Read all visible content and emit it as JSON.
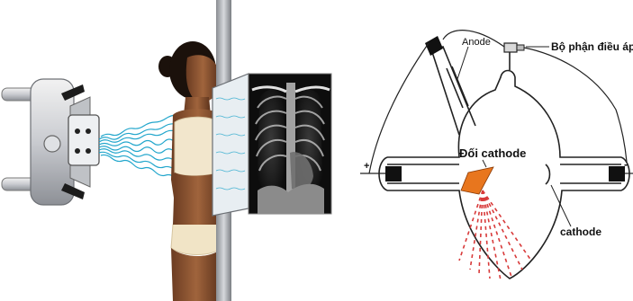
{
  "left_panel": {
    "machine_icon": "xray-machine-icon",
    "patient_icon": "patient-silhouette-icon",
    "xray_film_icon": "chest-xray-film-icon",
    "beam_color": "#22a6cc"
  },
  "right_panel": {
    "labels": {
      "anode": "Anode",
      "pressure_regulator": "Bộ phận điều áp",
      "anticathode": "Đối cathode",
      "cathode": "cathode",
      "plus": "+",
      "minus": "-"
    },
    "anticathode_color": "#e8761e",
    "ray_color": "#d83a3a"
  }
}
